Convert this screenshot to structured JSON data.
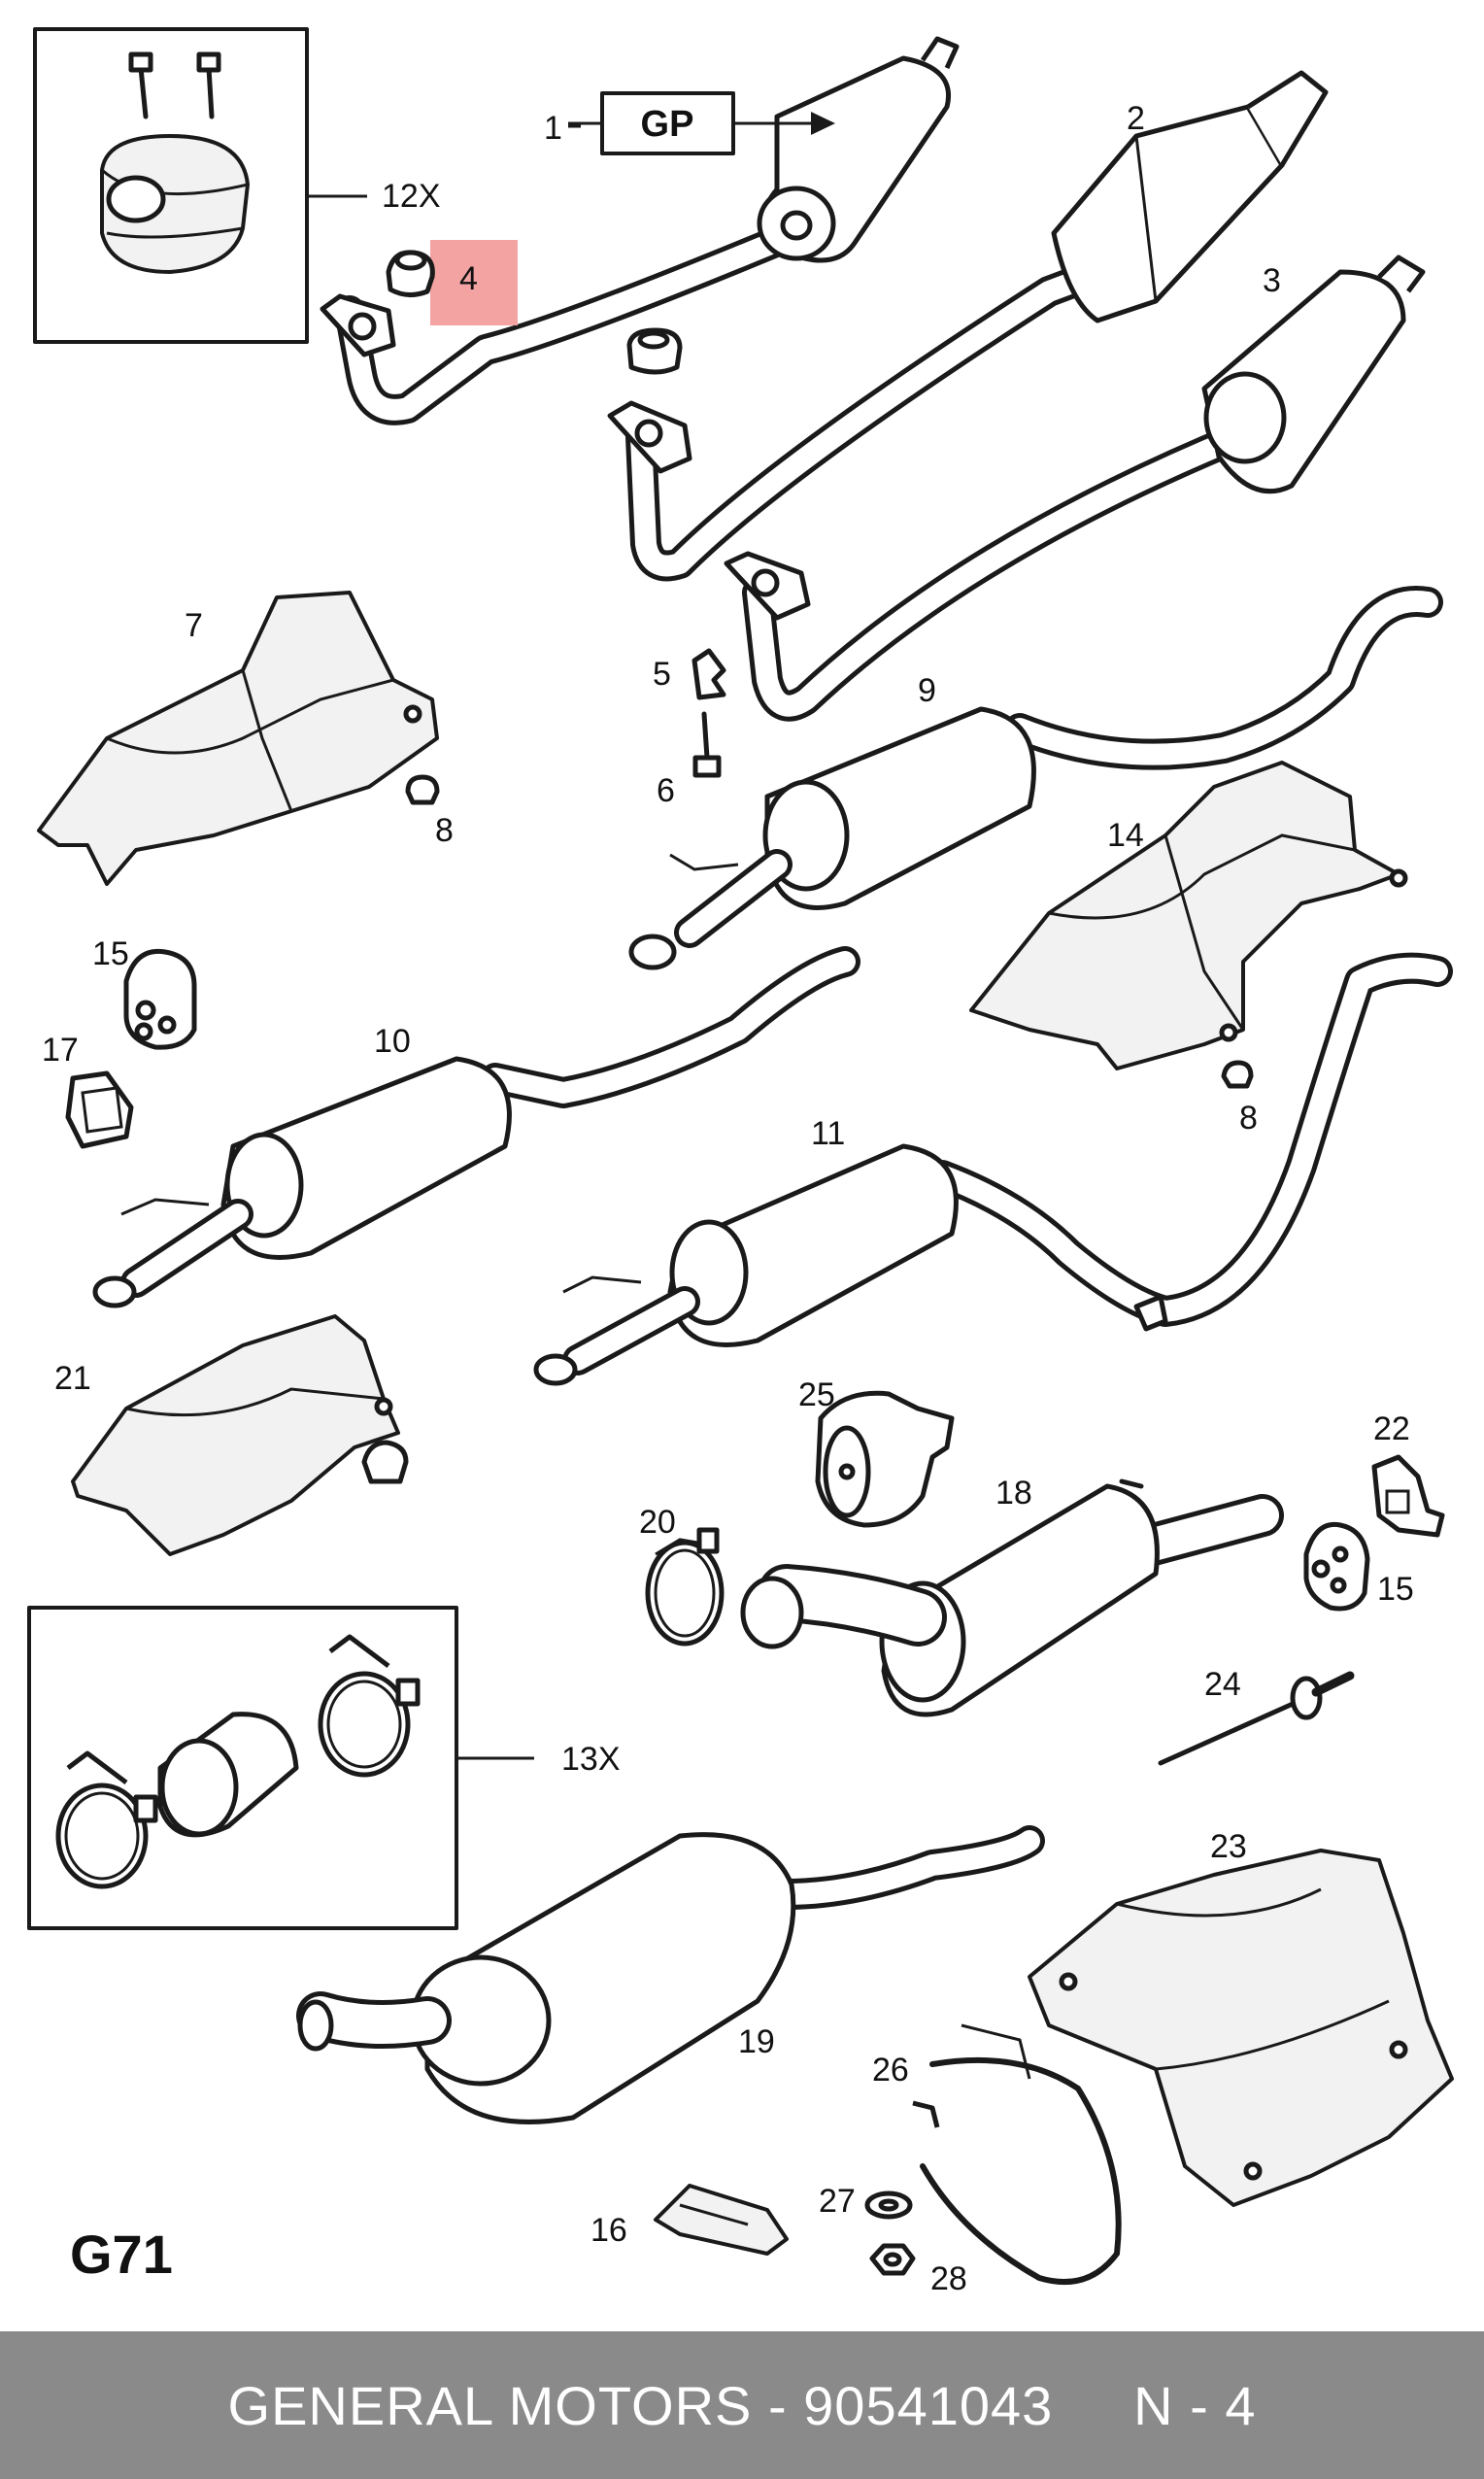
{
  "diagram": {
    "page_code": "G71",
    "badge": "GP",
    "parts": {
      "p1": "1",
      "p2": "2",
      "p3": "3",
      "p4": "4",
      "p5": "5",
      "p6": "6",
      "p7": "7",
      "p8a": "8",
      "p8b": "8",
      "p9": "9",
      "p10": "10",
      "p11": "11",
      "p12": "12X",
      "p13": "13X",
      "p14": "14",
      "p15a": "15",
      "p15b": "15",
      "p16": "16",
      "p17": "17",
      "p18": "18",
      "p19": "19",
      "p20": "20",
      "p21": "21",
      "p22": "22",
      "p23": "23",
      "p24": "24",
      "p25": "25",
      "p26": "26",
      "p27": "27",
      "p28": "28"
    },
    "highlight_color": "#f4a3a3"
  },
  "footer": {
    "text": "GENERAL MOTORS - 90541043     N - 4",
    "background": "#8a8a8a"
  }
}
